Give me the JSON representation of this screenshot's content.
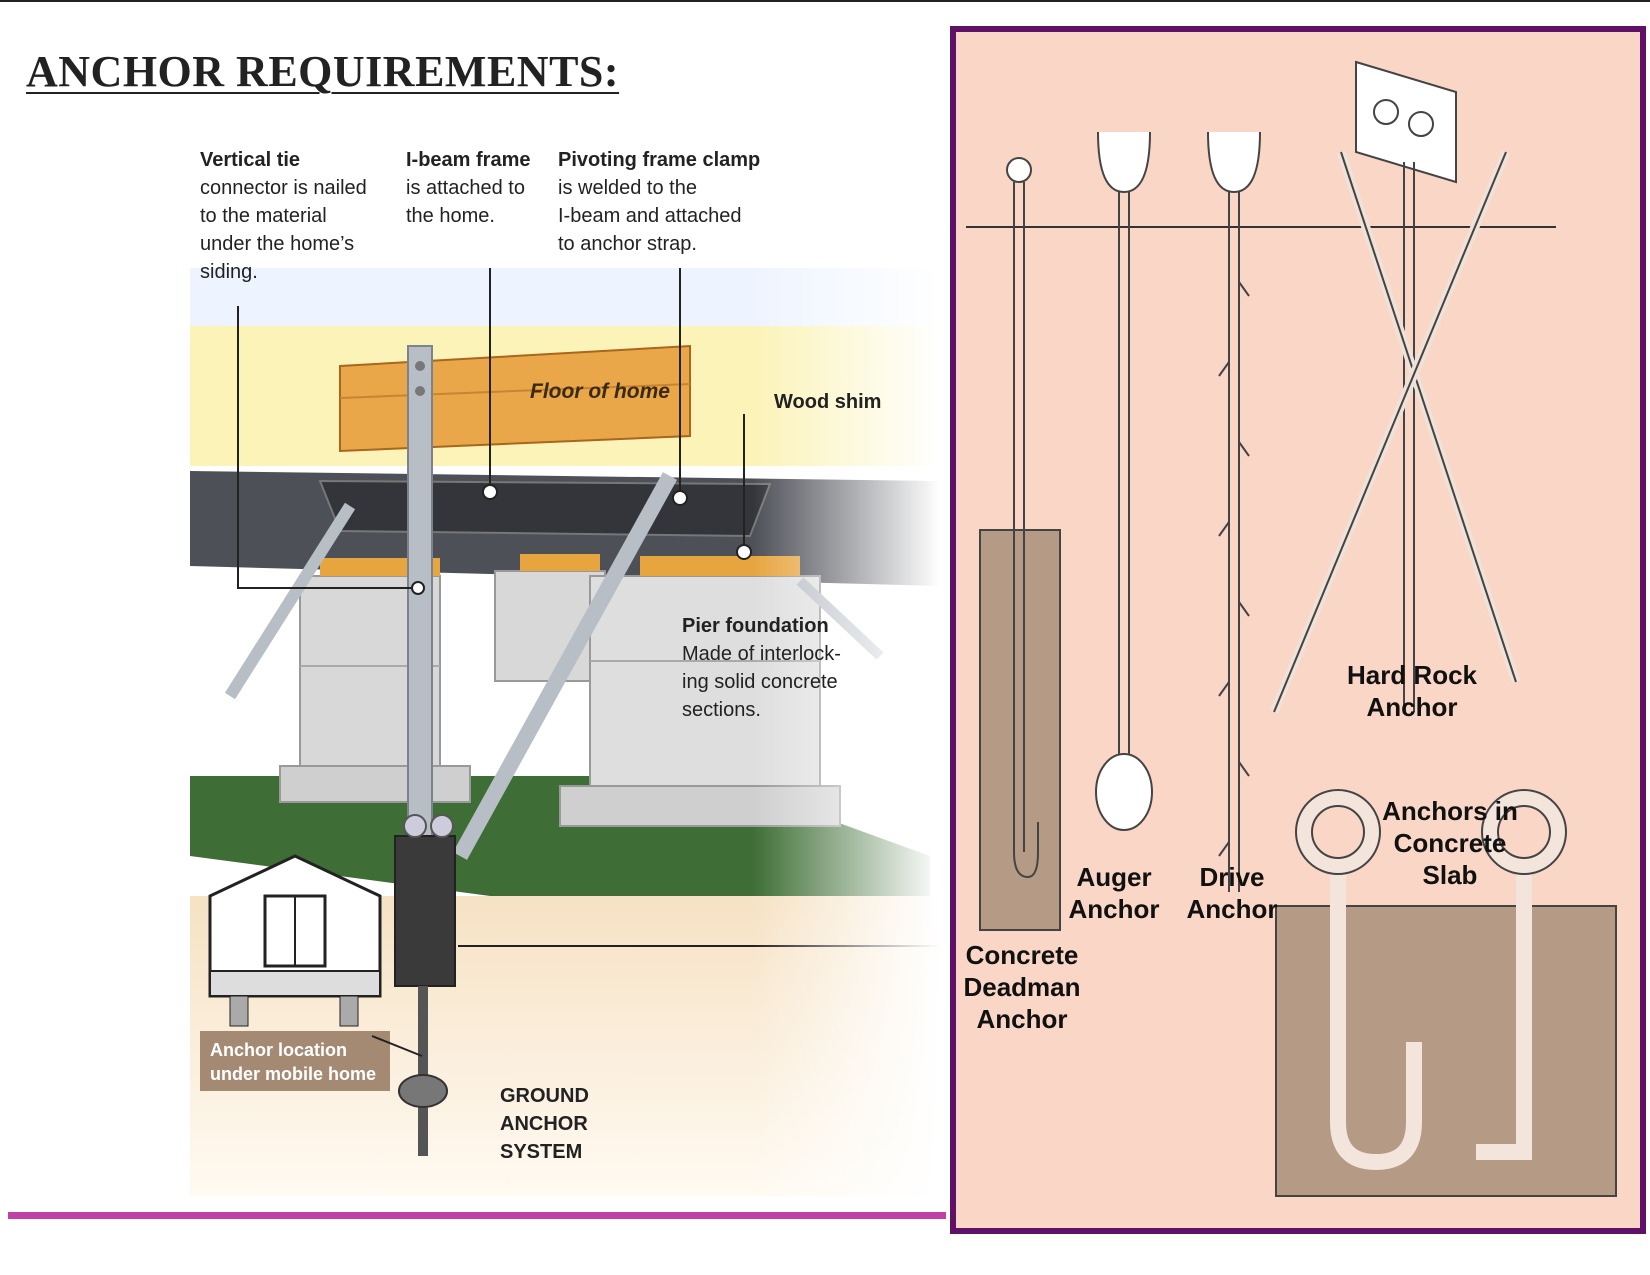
{
  "page": {
    "title": "ANCHOR REQUIREMENTS:"
  },
  "left_diagram": {
    "callouts": {
      "vertical_tie": {
        "bold": "Vertical tie",
        "line1": "connector is nailed",
        "line2": "to the material",
        "line3": "under the home’s",
        "line4": "siding."
      },
      "ibeam": {
        "bold": "I-beam frame",
        "line1": "is attached to",
        "line2": "the home."
      },
      "clamp": {
        "bold": "Pivoting frame clamp",
        "line1": "is welded to the",
        "line2": "I-beam and attached",
        "line3": "to anchor strap."
      },
      "floor": "Floor of home",
      "shim": "Wood shim",
      "pier": {
        "bold": "Pier foundation",
        "line1": "Made of interlock-",
        "line2": "ing solid concrete",
        "line3": "sections."
      },
      "anchor_location": {
        "line1": "Anchor location",
        "line2": "under mobile home"
      },
      "ground_anchor": {
        "line1": "GROUND",
        "line2": "ANCHOR",
        "line3": "SYSTEM"
      }
    }
  },
  "right_panel": {
    "labels": {
      "deadman": {
        "line1": "Concrete",
        "line2": "Deadman",
        "line3": "Anchor"
      },
      "auger": {
        "line1": "Auger",
        "line2": "Anchor"
      },
      "drive": {
        "line1": "Drive",
        "line2": "Anchor"
      },
      "hard_rock": {
        "line1": "Hard Rock",
        "line2": "Anchor"
      },
      "slab": {
        "line1": "Anchors in",
        "line2": "Concrete",
        "line3": "Slab"
      }
    }
  },
  "colors": {
    "accent_rule": "#c040a8",
    "panel_border": "#5e1166",
    "panel_bg": "#f9d6c6",
    "floor_wood": "#e9a74a",
    "house_band": "#fbf3b8",
    "grass": "#3e6e35",
    "concrete": "#d8d8d8",
    "steel": "#b8bec6"
  }
}
